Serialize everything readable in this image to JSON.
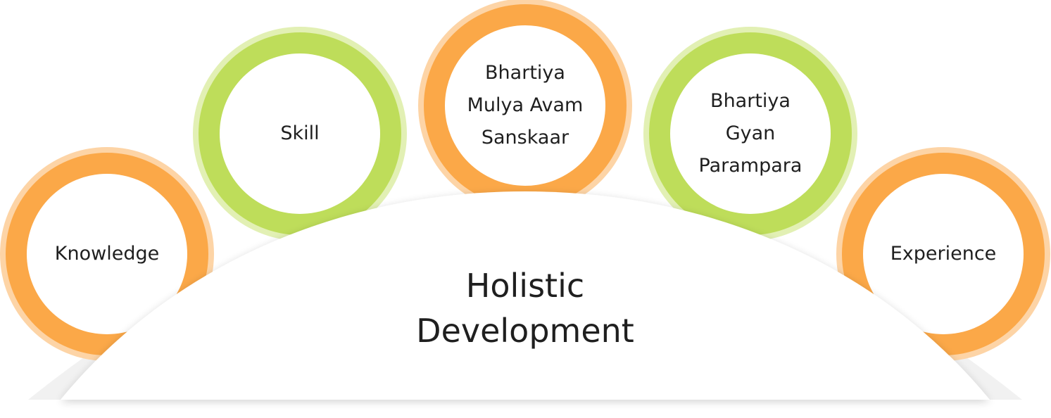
{
  "diagram": {
    "center": {
      "label": "Holistic\nDevelopment"
    },
    "nodes": [
      {
        "id": "knowledge",
        "label": "Knowledge",
        "ring_color": "#fba848",
        "glow_color": "#fdd4a6"
      },
      {
        "id": "skill",
        "label": "Skill",
        "ring_color": "#bedd5a",
        "glow_color": "#e2f0b4"
      },
      {
        "id": "mulya",
        "label": "Bhartiya\nMulya Avam\nSanskaar",
        "ring_color": "#fba848",
        "glow_color": "#fdd4a6"
      },
      {
        "id": "gyan",
        "label": "Bhartiya\nGyan\nParampara",
        "ring_color": "#bedd5a",
        "glow_color": "#e2f0b4"
      },
      {
        "id": "experience",
        "label": "Experience",
        "ring_color": "#fba848",
        "glow_color": "#fdd4a6"
      }
    ]
  }
}
